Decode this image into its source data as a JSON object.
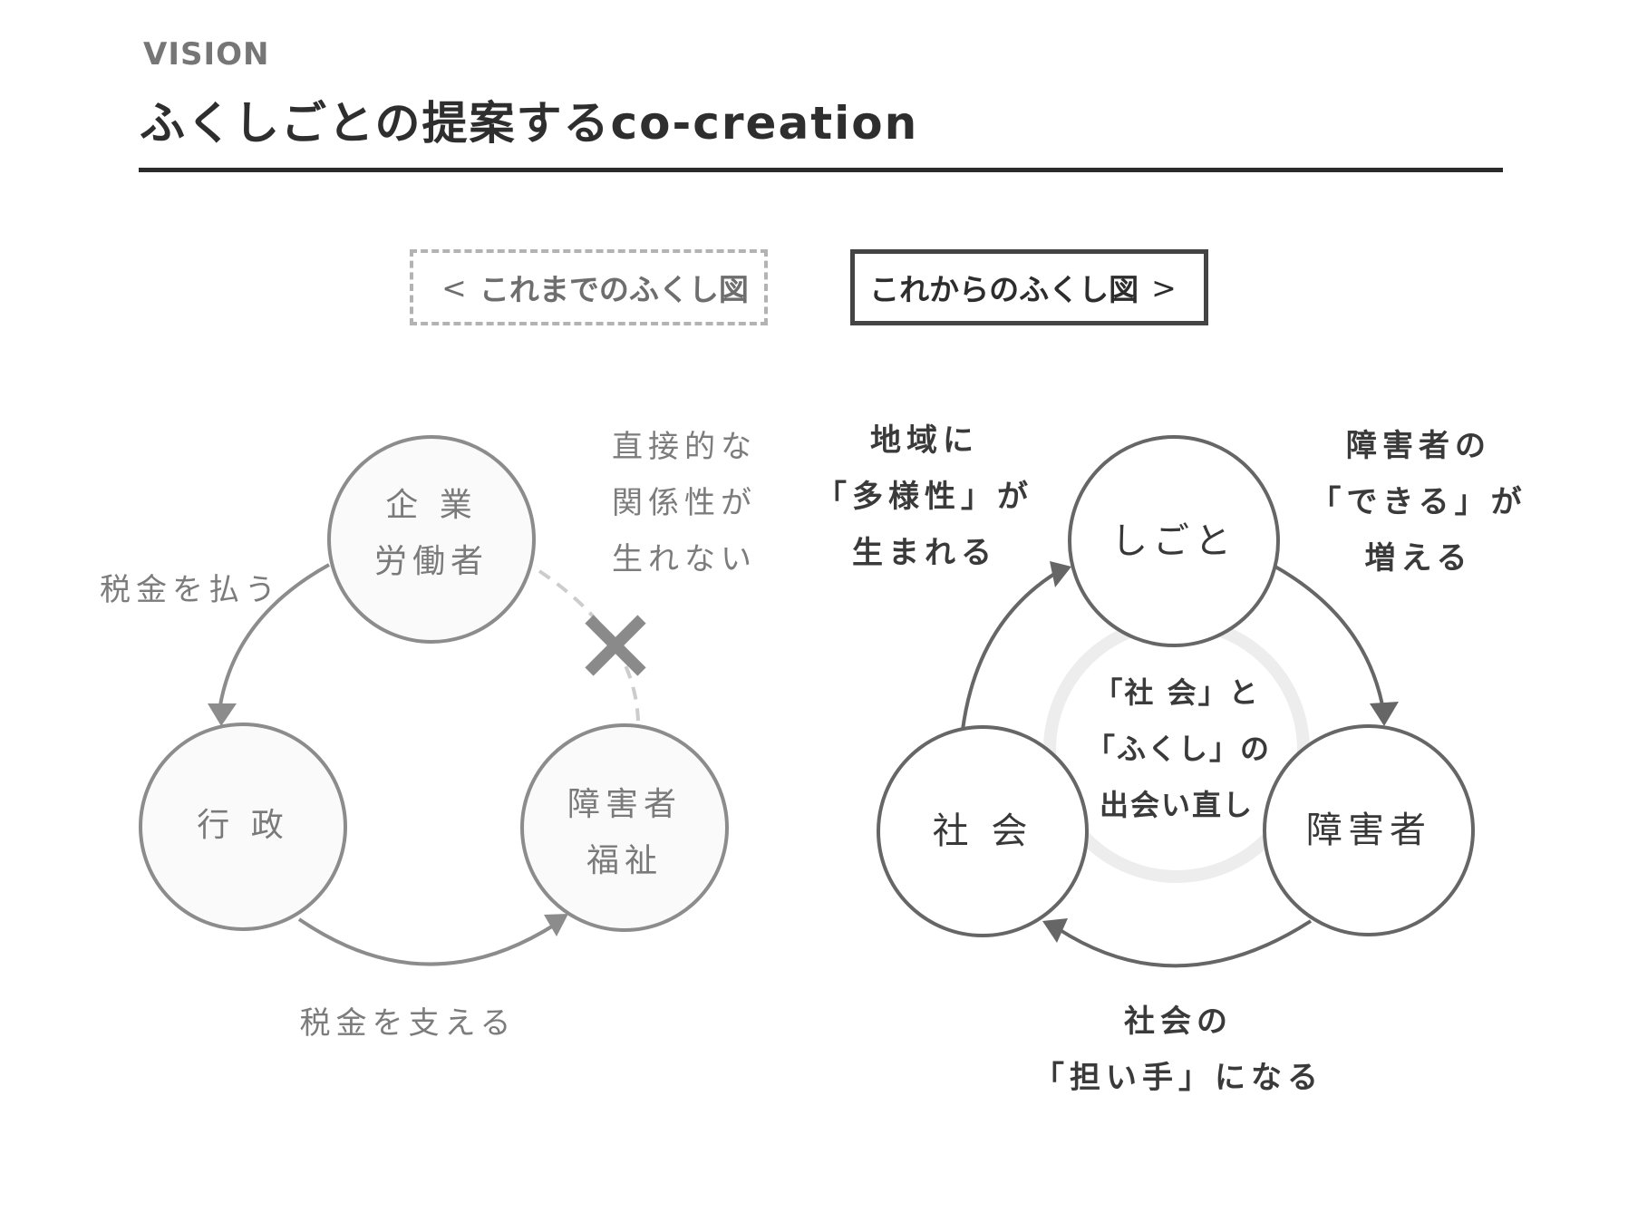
{
  "header": {
    "eyebrow": "VISION",
    "title": "ふくしごとの提案するco-creation"
  },
  "tabs": {
    "prev_label": "これまでのふくし図",
    "next_label": "これからのふくし図"
  },
  "old_diagram": {
    "nodes": {
      "company": [
        "企 業",
        "労働者"
      ],
      "government": "行 政",
      "welfare": [
        "障害者",
        "福祉"
      ]
    },
    "edges": {
      "pay_tax": "税金を払う",
      "support_tax": "税金を支える",
      "no_direct": [
        "直接的な",
        "関係性が",
        "生れない"
      ]
    }
  },
  "new_diagram": {
    "nodes": {
      "work": "しごと",
      "society": "社 会",
      "disabled": "障害者"
    },
    "center": [
      "「社 会」と",
      "「ふくし」の",
      "出会い直し"
    ],
    "edges": {
      "diversity": [
        "地域に",
        "「多様性」が",
        "生まれる"
      ],
      "can_do": [
        "障害者の",
        "「できる」が",
        "増える"
      ],
      "bearer": [
        "社会の",
        "「担い手」になる"
      ]
    }
  },
  "colors": {
    "old_stroke": "#8c8c8c",
    "new_stroke": "#666666",
    "dash": "#cccccc",
    "center_ring": "#ededed"
  }
}
